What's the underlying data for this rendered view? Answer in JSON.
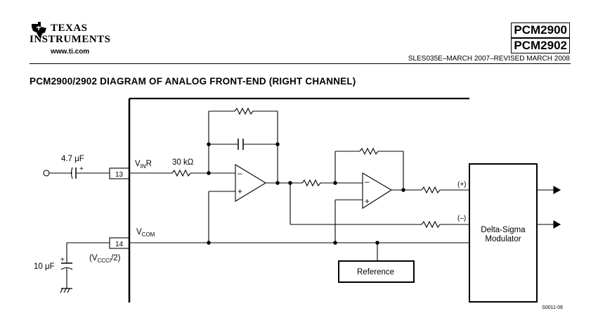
{
  "header": {
    "logo_line1": "TEXAS",
    "logo_line2": "INSTRUMENTS",
    "logo_url": "www.ti.com",
    "part_number_1": "PCM2900",
    "part_number_2": "PCM2902",
    "doc_revision": "SLES035E–MARCH 2007–REVISED MARCH 2008"
  },
  "section_title": "PCM2900/2902 DIAGRAM OF ANALOG FRONT-END (RIGHT CHANNEL)",
  "diagram": {
    "input_cap_value": "4.7 μF",
    "cap_plus": "+",
    "pin_13": "13",
    "pin_14": "14",
    "vinr_main": "V",
    "vinr_sub": "IN",
    "vinr_suffix": "R",
    "resistor_label": "30 kΩ",
    "vcom_main": "V",
    "vcom_sub": "COM",
    "vccci_open": "(V",
    "vccci_sub": "CCCI",
    "vccci_close": "/2)",
    "bypass_cap_value": "10 μF",
    "opamp_minus": "–",
    "opamp_plus": "+",
    "out_plus": "(+)",
    "out_minus": "(–)",
    "reference_label": "Reference",
    "modulator_line1": "Delta-Sigma",
    "modulator_line2": "Modulator"
  },
  "figure_id": "S0011-06"
}
